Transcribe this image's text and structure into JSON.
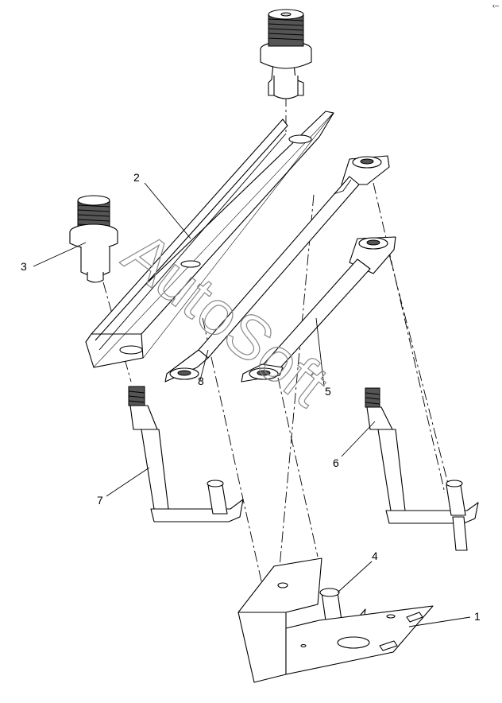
{
  "callouts": [
    "1",
    "2",
    "3",
    "4",
    "5",
    "6",
    "7",
    "8"
  ],
  "watermark": "AutoSoft",
  "corner_mark": "‹–"
}
